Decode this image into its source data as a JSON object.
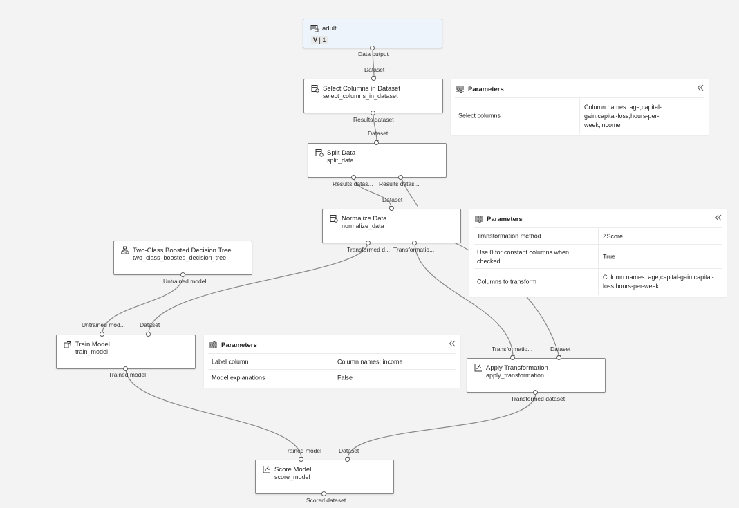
{
  "nodes": {
    "adult": {
      "title": "adult",
      "version_label": "V",
      "version": "1",
      "output": "Data output"
    },
    "select_columns": {
      "title": "Select Columns in Dataset",
      "sub": "select_columns_in_dataset",
      "input": "Dataset",
      "output": "Results dataset"
    },
    "split_data": {
      "title": "Split Data",
      "sub": "split_data",
      "input": "Dataset",
      "output1": "Results datas...",
      "output2": "Results datas..."
    },
    "normalize": {
      "title": "Normalize Data",
      "sub": "normalize_data",
      "input": "Dataset",
      "output1": "Transformed d...",
      "output2": "Transformatio..."
    },
    "boosted_tree": {
      "title": "Two-Class Boosted Decision Tree",
      "sub": "two_class_boosted_decision_tree",
      "output": "Untrained model"
    },
    "train_model": {
      "title": "Train Model",
      "sub": "train_model",
      "input1": "Untrained mod...",
      "input2": "Dataset",
      "output": "Trained model"
    },
    "apply_transformation": {
      "title": "Apply Transformation",
      "sub": "apply_transformation",
      "input1": "Transformatio...",
      "input2": "Dataset",
      "output": "Transformed dataset"
    },
    "score_model": {
      "title": "Score Model",
      "sub": "score_model",
      "input1": "Trained model",
      "input2": "Dataset",
      "output": "Scored dataset"
    }
  },
  "panels": {
    "select_columns_params": {
      "title": "Parameters",
      "rows": [
        {
          "key": "Select columns",
          "value": "Column names: age,capital-gain,capital-loss,hours-per-week,income"
        }
      ]
    },
    "normalize_params": {
      "title": "Parameters",
      "rows": [
        {
          "key": "Transformation method",
          "value": "ZScore"
        },
        {
          "key": "Use 0 for constant columns when checked",
          "value": "True"
        },
        {
          "key": "Columns to transform",
          "value": "Column names: age,capital-gain,capital-loss,hours-per-week"
        }
      ]
    },
    "train_params": {
      "title": "Parameters",
      "rows": [
        {
          "key": "Label column",
          "value": "Column names: income"
        },
        {
          "key": "Model explanations",
          "value": "False"
        }
      ]
    }
  },
  "colors": {
    "wire": "#8a8886",
    "node_border": "#8a8886",
    "dataset_bg": "#eef4fb",
    "canvas": "#f3f3f3"
  }
}
